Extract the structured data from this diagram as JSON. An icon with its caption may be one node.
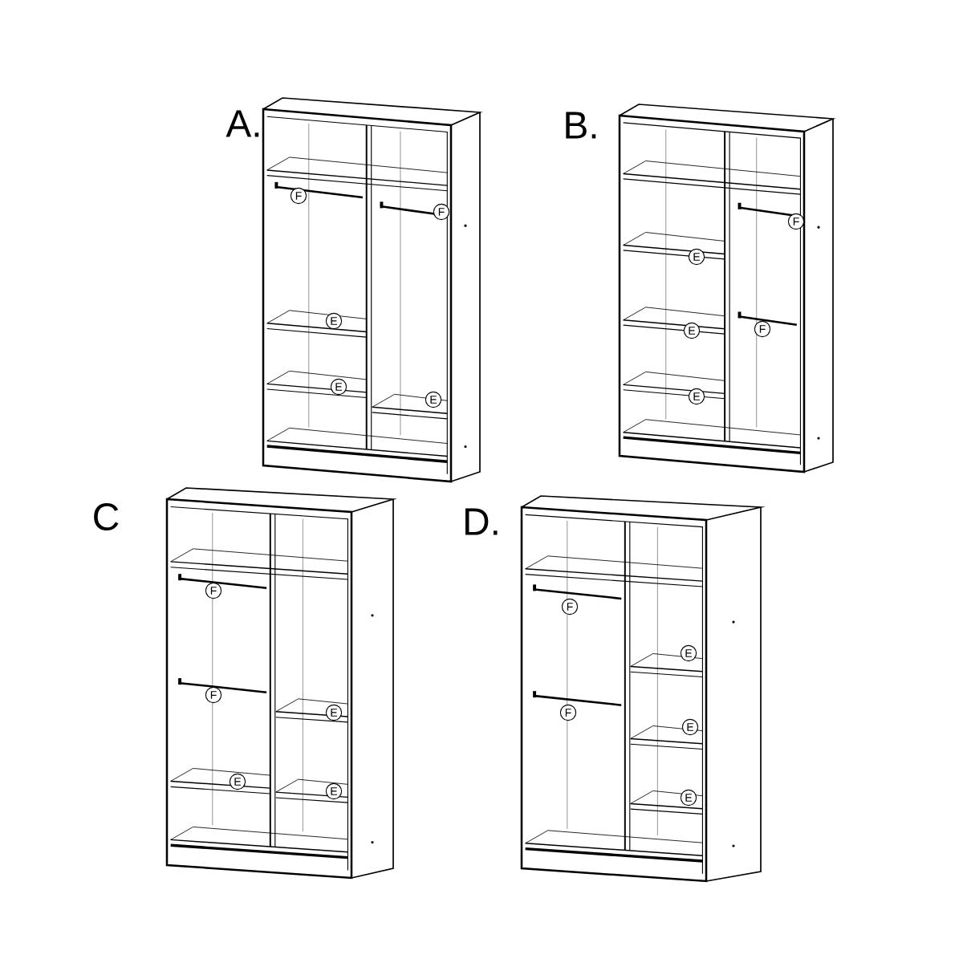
{
  "diagram": {
    "labels": [
      "A.",
      "F",
      "F",
      "E",
      "E",
      "E",
      "B.",
      "F",
      "E",
      "F",
      "E",
      "E",
      "C",
      "F",
      "F",
      "E",
      "E",
      "E",
      "D.",
      "F",
      "E",
      "F",
      "E",
      "E"
    ]
  }
}
